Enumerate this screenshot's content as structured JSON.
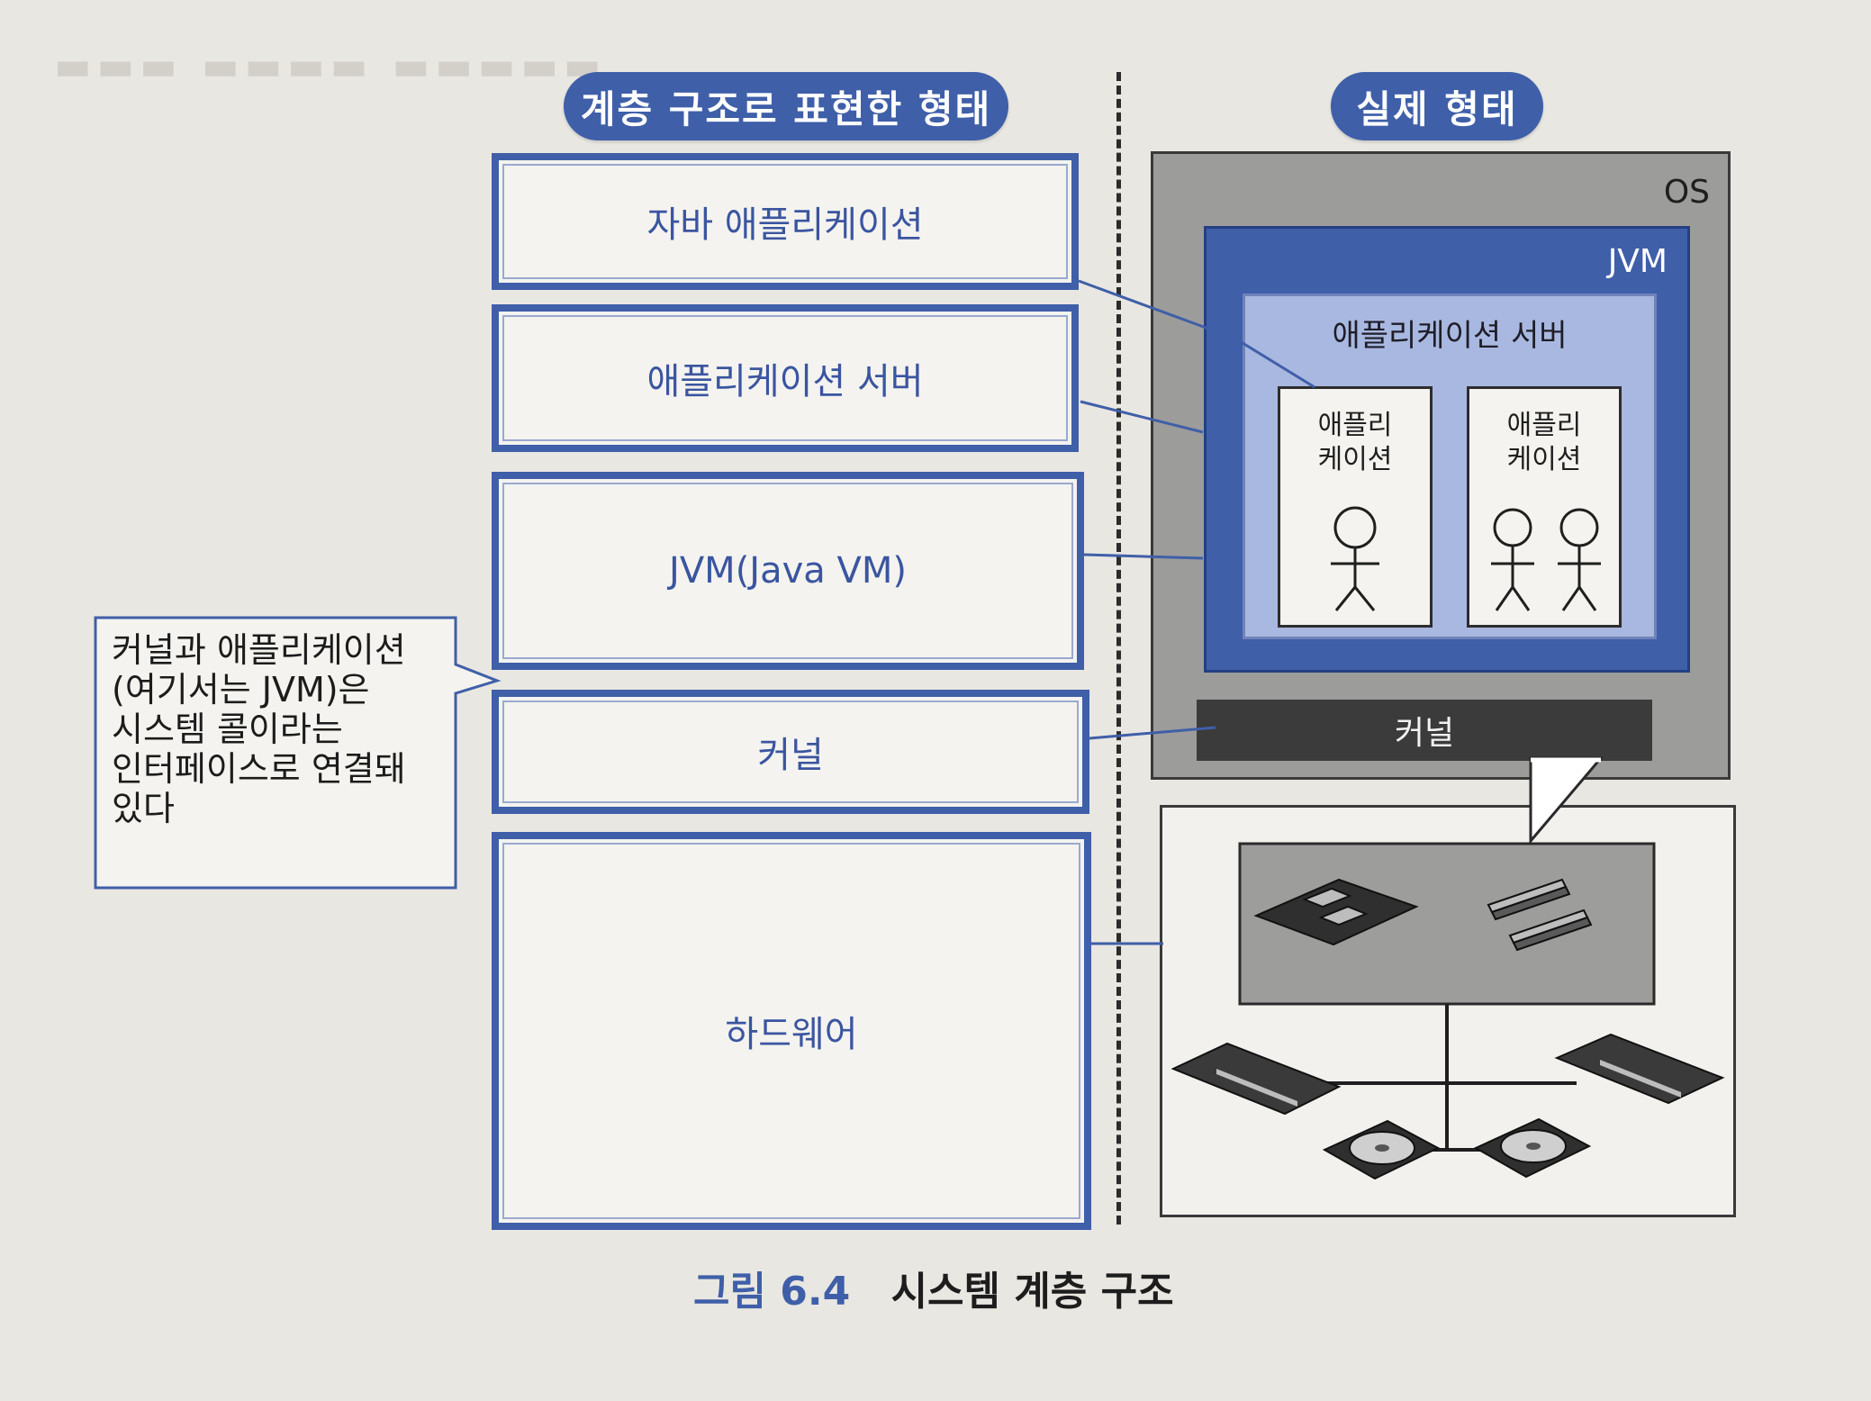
{
  "left_header": "계층 구조로 표현한 형태",
  "right_header": "실제 형태",
  "layers": {
    "java_app": "자바 애플리케이션",
    "app_server": "애플리케이션 서버",
    "jvm": "JVM(Java VM)",
    "kernel": "커널",
    "hardware": "하드웨어"
  },
  "callout_lines": [
    "커널과 애플리케이션",
    "(여기서는 JVM)은",
    "시스템 콜이라는",
    "인터페이스로 연결돼",
    "있다"
  ],
  "real": {
    "os": "OS",
    "jvm": "JVM",
    "app_server": "애플리케이션 서버",
    "app1_line1": "애플리",
    "app1_line2": "케이션",
    "app2_line1": "애플리",
    "app2_line2": "케이션",
    "kernel": "커널"
  },
  "caption": {
    "number": "그림 6.4",
    "title": "시스템 계층 구조"
  },
  "colors": {
    "accent_blue": "#3f5fa8",
    "layer_text": "#3a55a0",
    "os_gray": "#9c9c9a",
    "kernel_dark": "#3b3b3b",
    "app_server_light": "#a9b8e0"
  }
}
